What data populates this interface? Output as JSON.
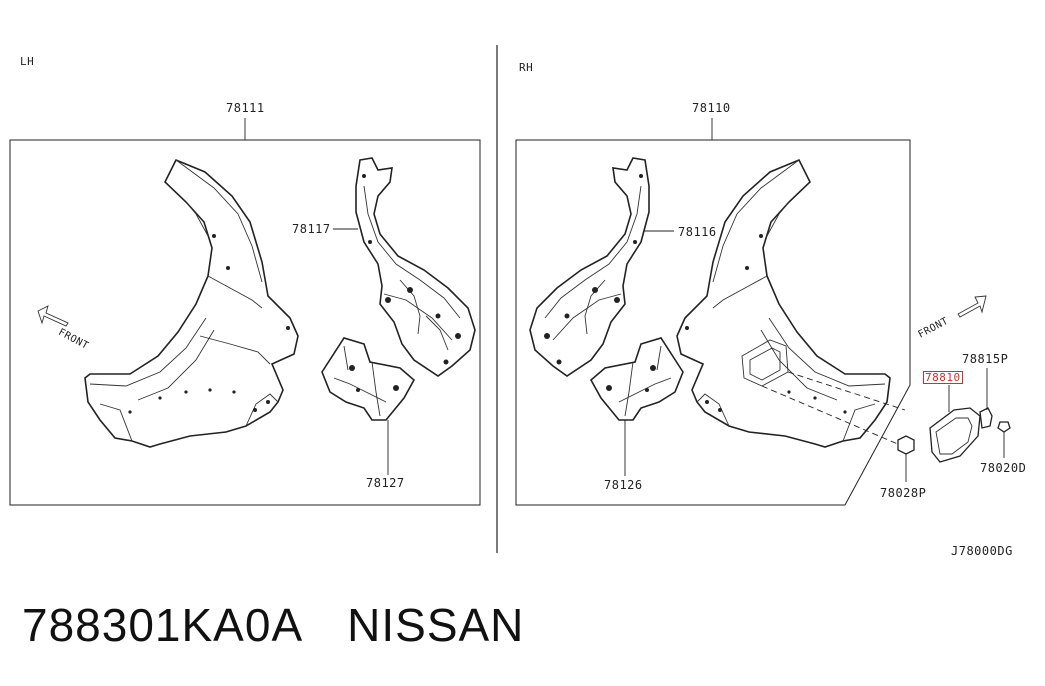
{
  "sides": {
    "left": "LH",
    "right": "RH"
  },
  "labels": {
    "p78111": "78111",
    "p78117": "78117",
    "p78127": "78127",
    "p78110": "78110",
    "p78116": "78116",
    "p78126": "78126",
    "p78815P": "78815P",
    "p78810": "78810",
    "p78020D": "78020D",
    "p78028P": "78028P"
  },
  "front_labels": {
    "left": "FRONT",
    "right": "FRONT"
  },
  "diagram_code": "J78000DG",
  "caption": {
    "part_number": "788301KA0A",
    "brand": "NISSAN"
  },
  "colors": {
    "highlight": "#d92b2b",
    "line": "#222222",
    "background": "#ffffff"
  }
}
